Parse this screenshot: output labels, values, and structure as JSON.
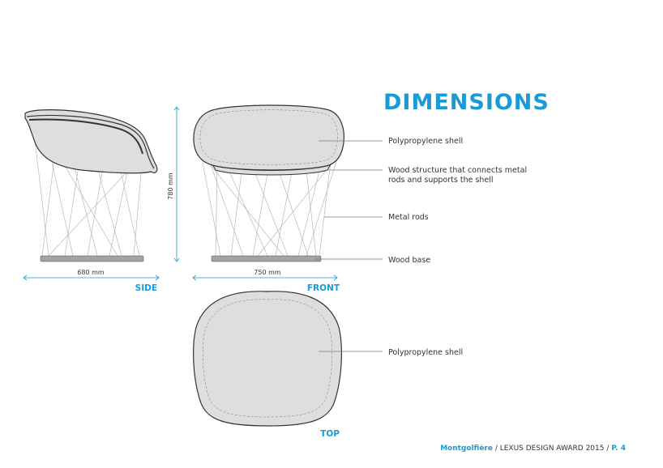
{
  "title": "DIMENSIONS",
  "views": {
    "side": "SIDE",
    "front": "FRONT",
    "top": "TOP"
  },
  "dimensions": {
    "side_width": "680 mm",
    "height": "780 mm",
    "front_width": "750 mm"
  },
  "callouts": {
    "shell_front": "Polypropylene shell",
    "wood_structure_line1": "Wood structure that connects metal",
    "wood_structure_line2": "rods and supports the shell",
    "metal_rods": "Metal rods",
    "wood_base": "Wood base",
    "shell_top": "Polypropylene shell"
  },
  "footer": {
    "product": "Montgolfière",
    "event": " / LEXUS DESIGN AWARD 2015 / ",
    "page": "P. 4"
  },
  "colors": {
    "accent": "#1a9ad6",
    "shell_fill": "#dedede",
    "outline": "#333333",
    "rod": "#b9b9b9",
    "base": "#a3a3a3",
    "callout_line": "#777777",
    "text": "#333333"
  }
}
